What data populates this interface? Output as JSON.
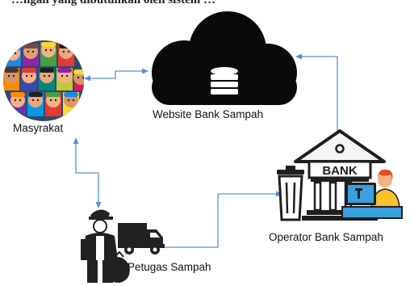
{
  "header_fragment": "…ngan yang dibutuhkan oleh sistem …",
  "nodes": {
    "community": {
      "label": "Masyrakat"
    },
    "website": {
      "label": "Website Bank Sampah"
    },
    "operator": {
      "label": "Operator Bank Sampah",
      "sign_text": "BANK"
    },
    "officer": {
      "label": "Petugas Sampah"
    }
  },
  "colors": {
    "connector": "#5b8fd6",
    "cloud": "#0a0a0a",
    "bank_dark": "#1f1f1f",
    "screen_blue": "#3aa0e0",
    "truck_gray": "#222222"
  }
}
